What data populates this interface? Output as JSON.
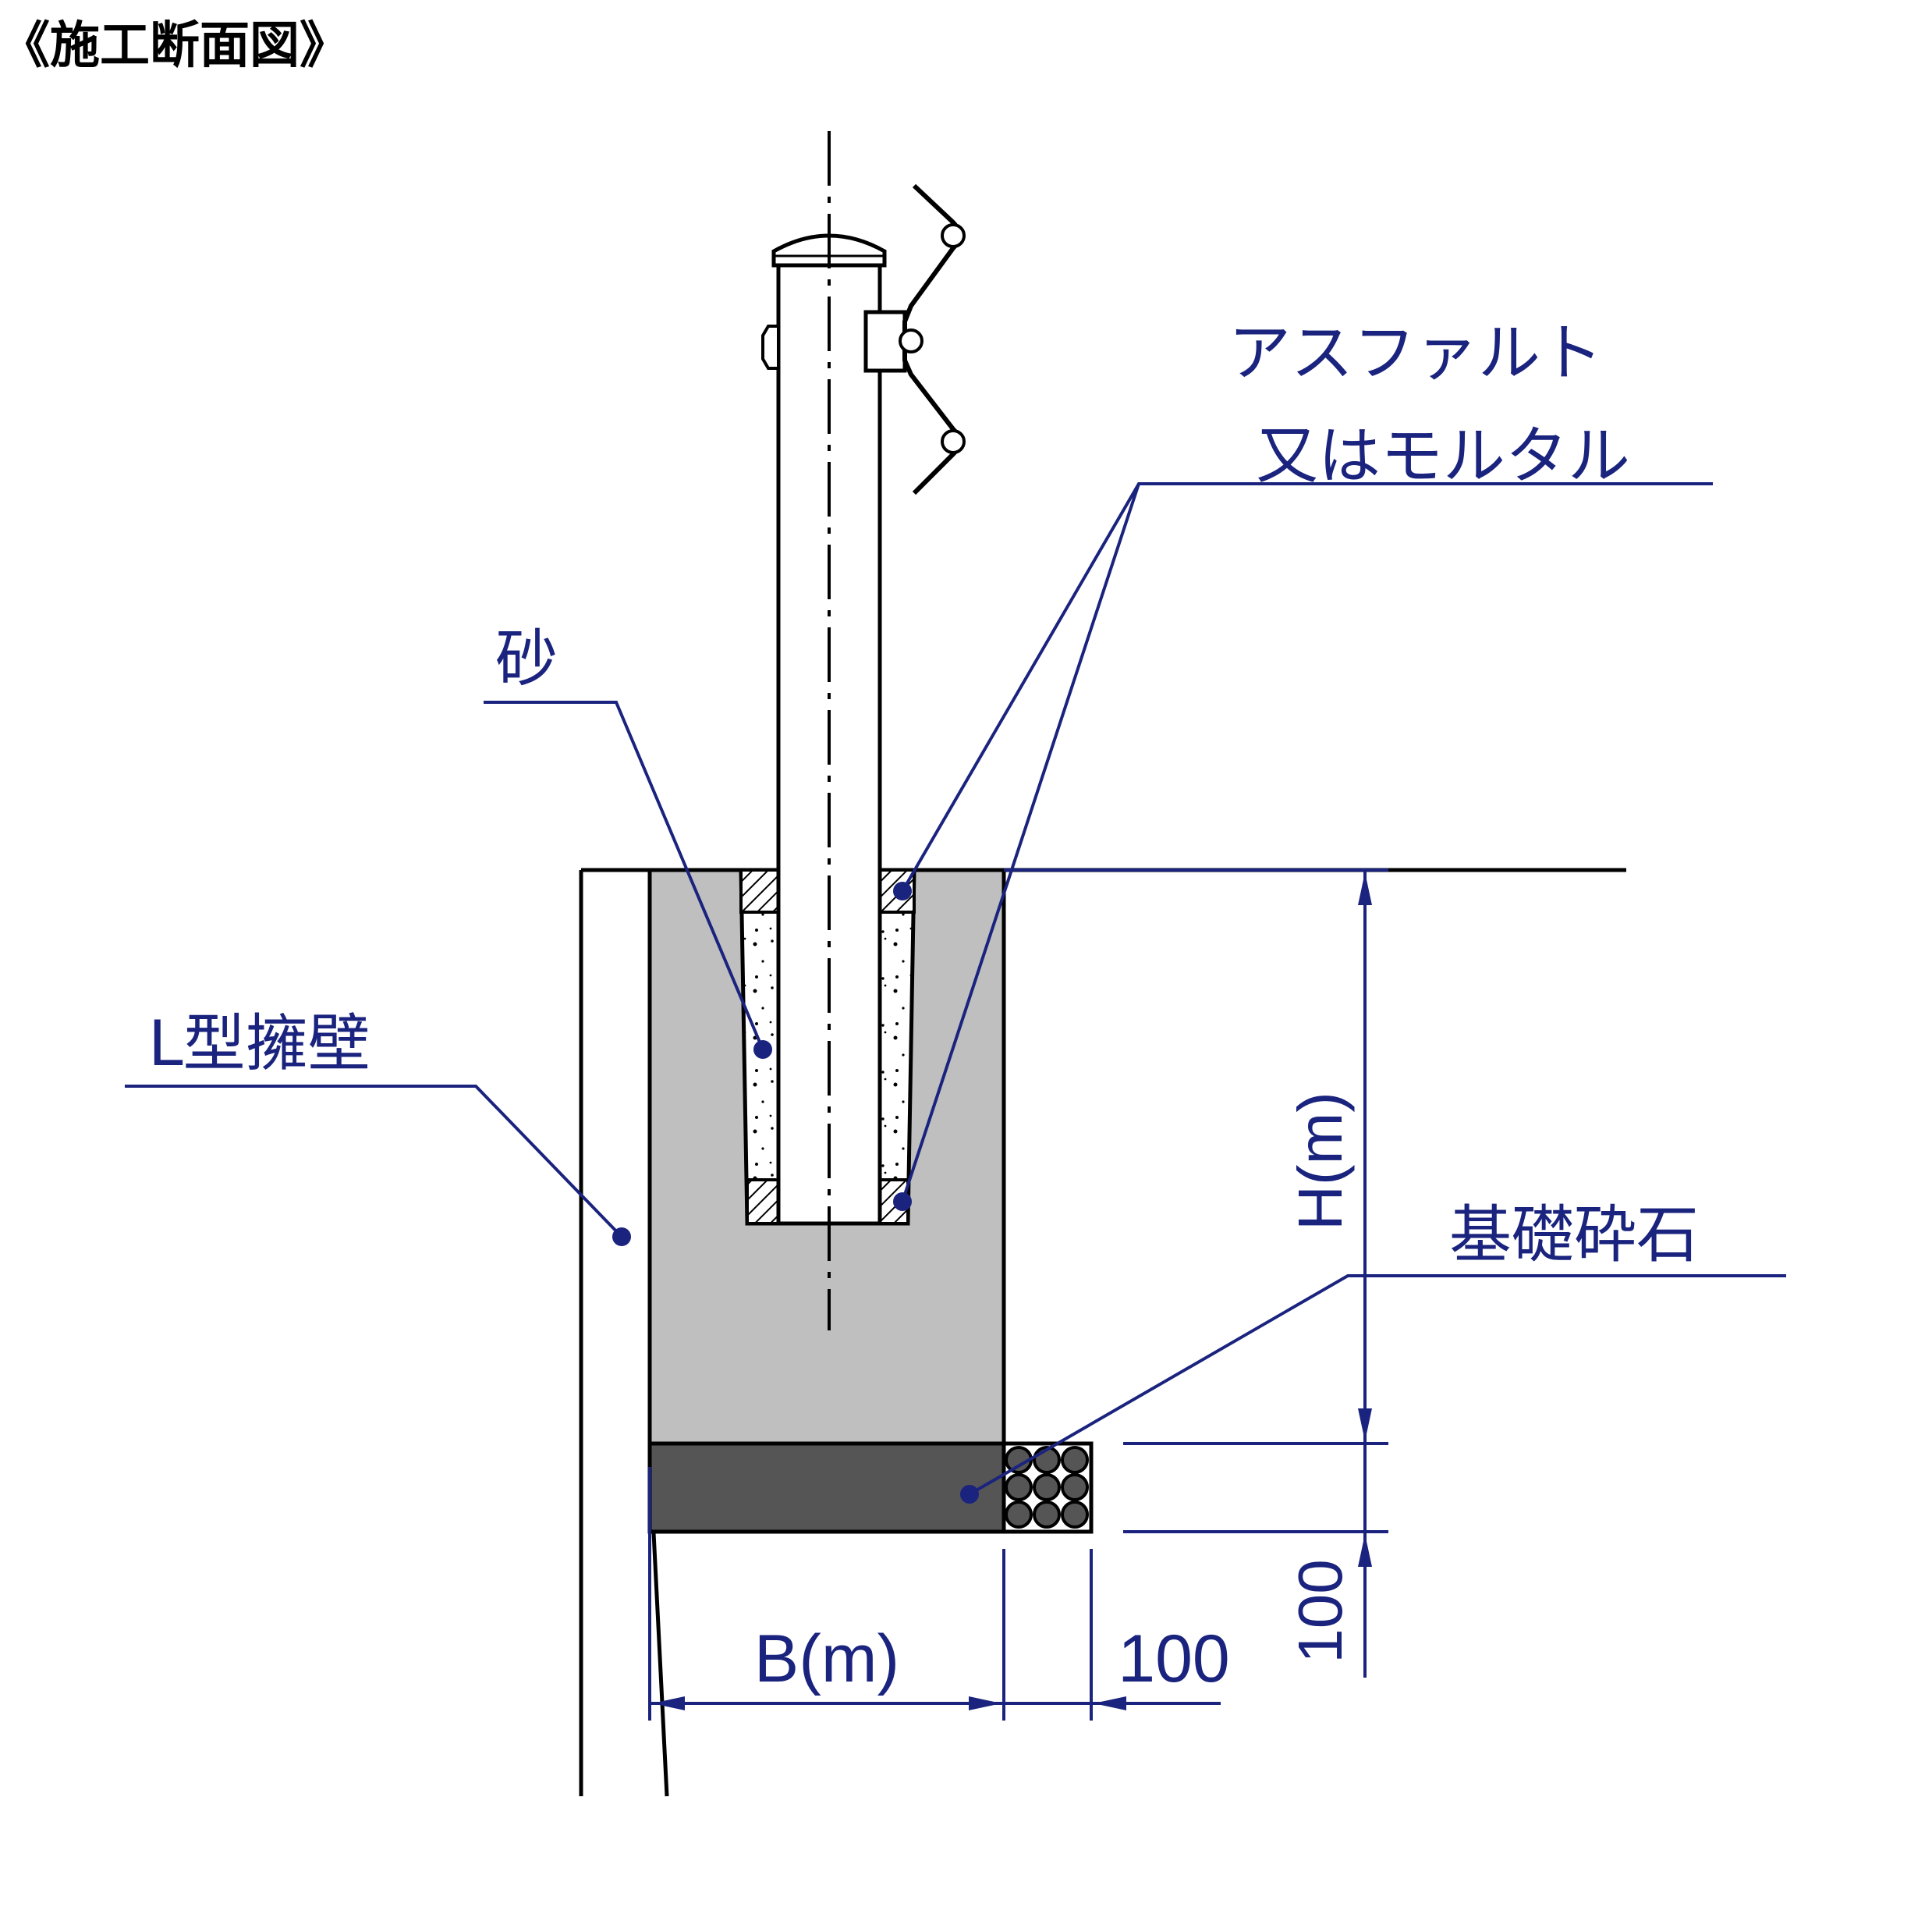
{
  "title": "《施工断面図》",
  "labels": {
    "asphalt_line1": "アスファルト",
    "asphalt_line2": "又はモルタル",
    "sand": "砂",
    "l_wall": "L型擁壁",
    "base_gravel": "基礎砕石"
  },
  "dimensions": {
    "height": "H(m)",
    "width": "B(m)",
    "gravel_ext": "100",
    "gravel_thickness": "100"
  },
  "colors": {
    "ink": "#000000",
    "annotation": "#1a237e",
    "concrete": "#bfbfbf",
    "gravel": "#555555"
  }
}
